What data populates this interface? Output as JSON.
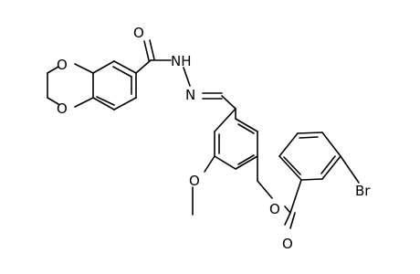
{
  "structure": {
    "atoms": {
      "o_carbonyl_top": "O",
      "nh": "NH",
      "n_imine": "N",
      "o_dioxane_upper": "O",
      "o_dioxane_lower": "O",
      "o_methoxy": "O",
      "o_ester": "O",
      "o_carbonyl_bottom": "O",
      "br": "Br"
    }
  }
}
